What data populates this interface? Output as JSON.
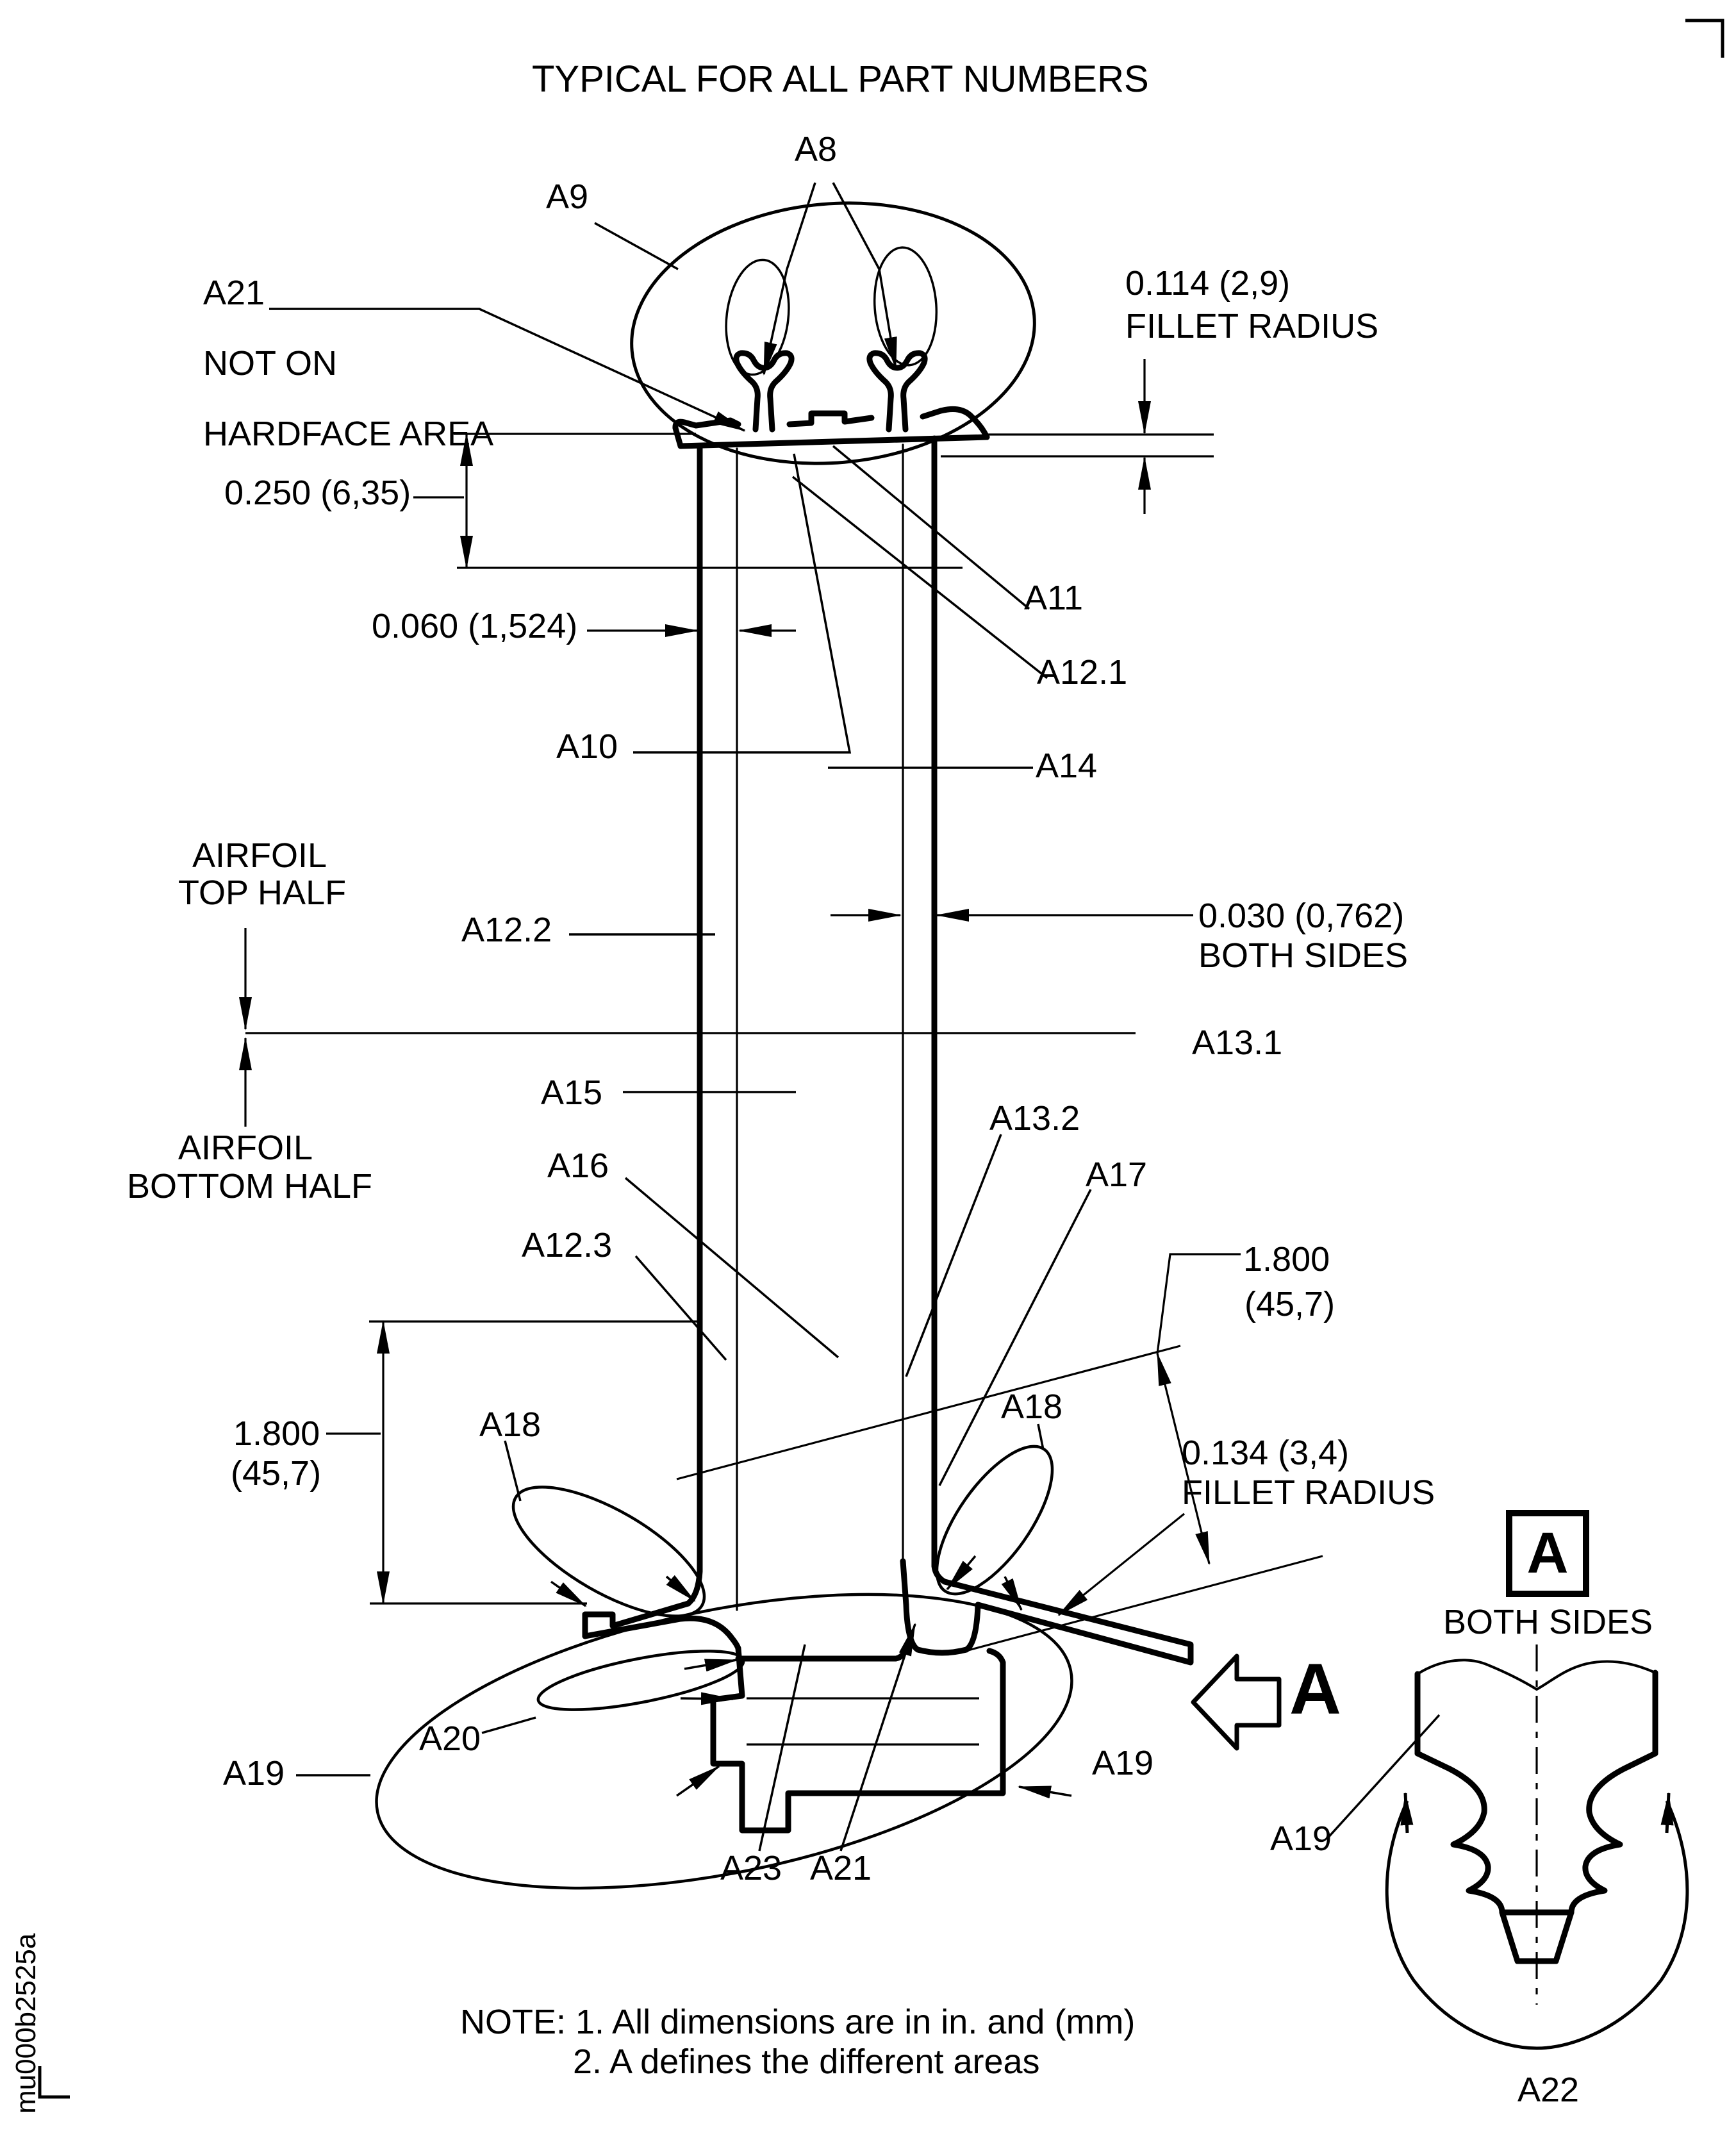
{
  "title": "TYPICAL FOR ALL PART NUMBERS",
  "annotations": {
    "a8": "A8",
    "a9": "A9",
    "a10": "A10",
    "a11": "A11",
    "a12_1": "A12.1",
    "a12_2": "A12.2",
    "a12_3": "A12.3",
    "a13_1": "A13.1",
    "a13_2": "A13.2",
    "a14": "A14",
    "a15": "A15",
    "a16": "A16",
    "a17": "A17",
    "a18_left": "A18",
    "a18_right": "A18",
    "a19_left": "A19",
    "a19_right": "A19",
    "a19_detail": "A19",
    "a20": "A20",
    "a21_top": [
      "A21",
      "NOT ON",
      "HARDFACE AREA"
    ],
    "a21_bottom": "A21",
    "a22": "A22",
    "a23": "A23"
  },
  "dimensions": {
    "fillet_tip": [
      "0.114 (2,9)",
      "FILLET RADIUS"
    ],
    "tip_depth": "0.250 (6,35)",
    "wall_double": "0.060 (1,524)",
    "wall_single": [
      "0.030 (0,762)",
      "BOTH SIDES"
    ],
    "fillet_platform": [
      "0.134 (3,4)",
      "FILLET RADIUS"
    ],
    "span_left": [
      "1.800",
      "(45,7)"
    ],
    "span_right": [
      "1.800",
      "(45,7)"
    ]
  },
  "zones": {
    "airfoil_top": [
      "AIRFOIL",
      "TOP HALF"
    ],
    "airfoil_bottom": [
      "AIRFOIL",
      "BOTTOM HALF"
    ]
  },
  "section": {
    "marker_letter": "A",
    "marker_note": "BOTH SIDES",
    "view_arrow_letter": "A"
  },
  "notes": [
    "NOTE: 1. All dimensions are in in. and (mm)",
    "2. A defines the different areas"
  ],
  "doc_number": "mu000b2525a"
}
